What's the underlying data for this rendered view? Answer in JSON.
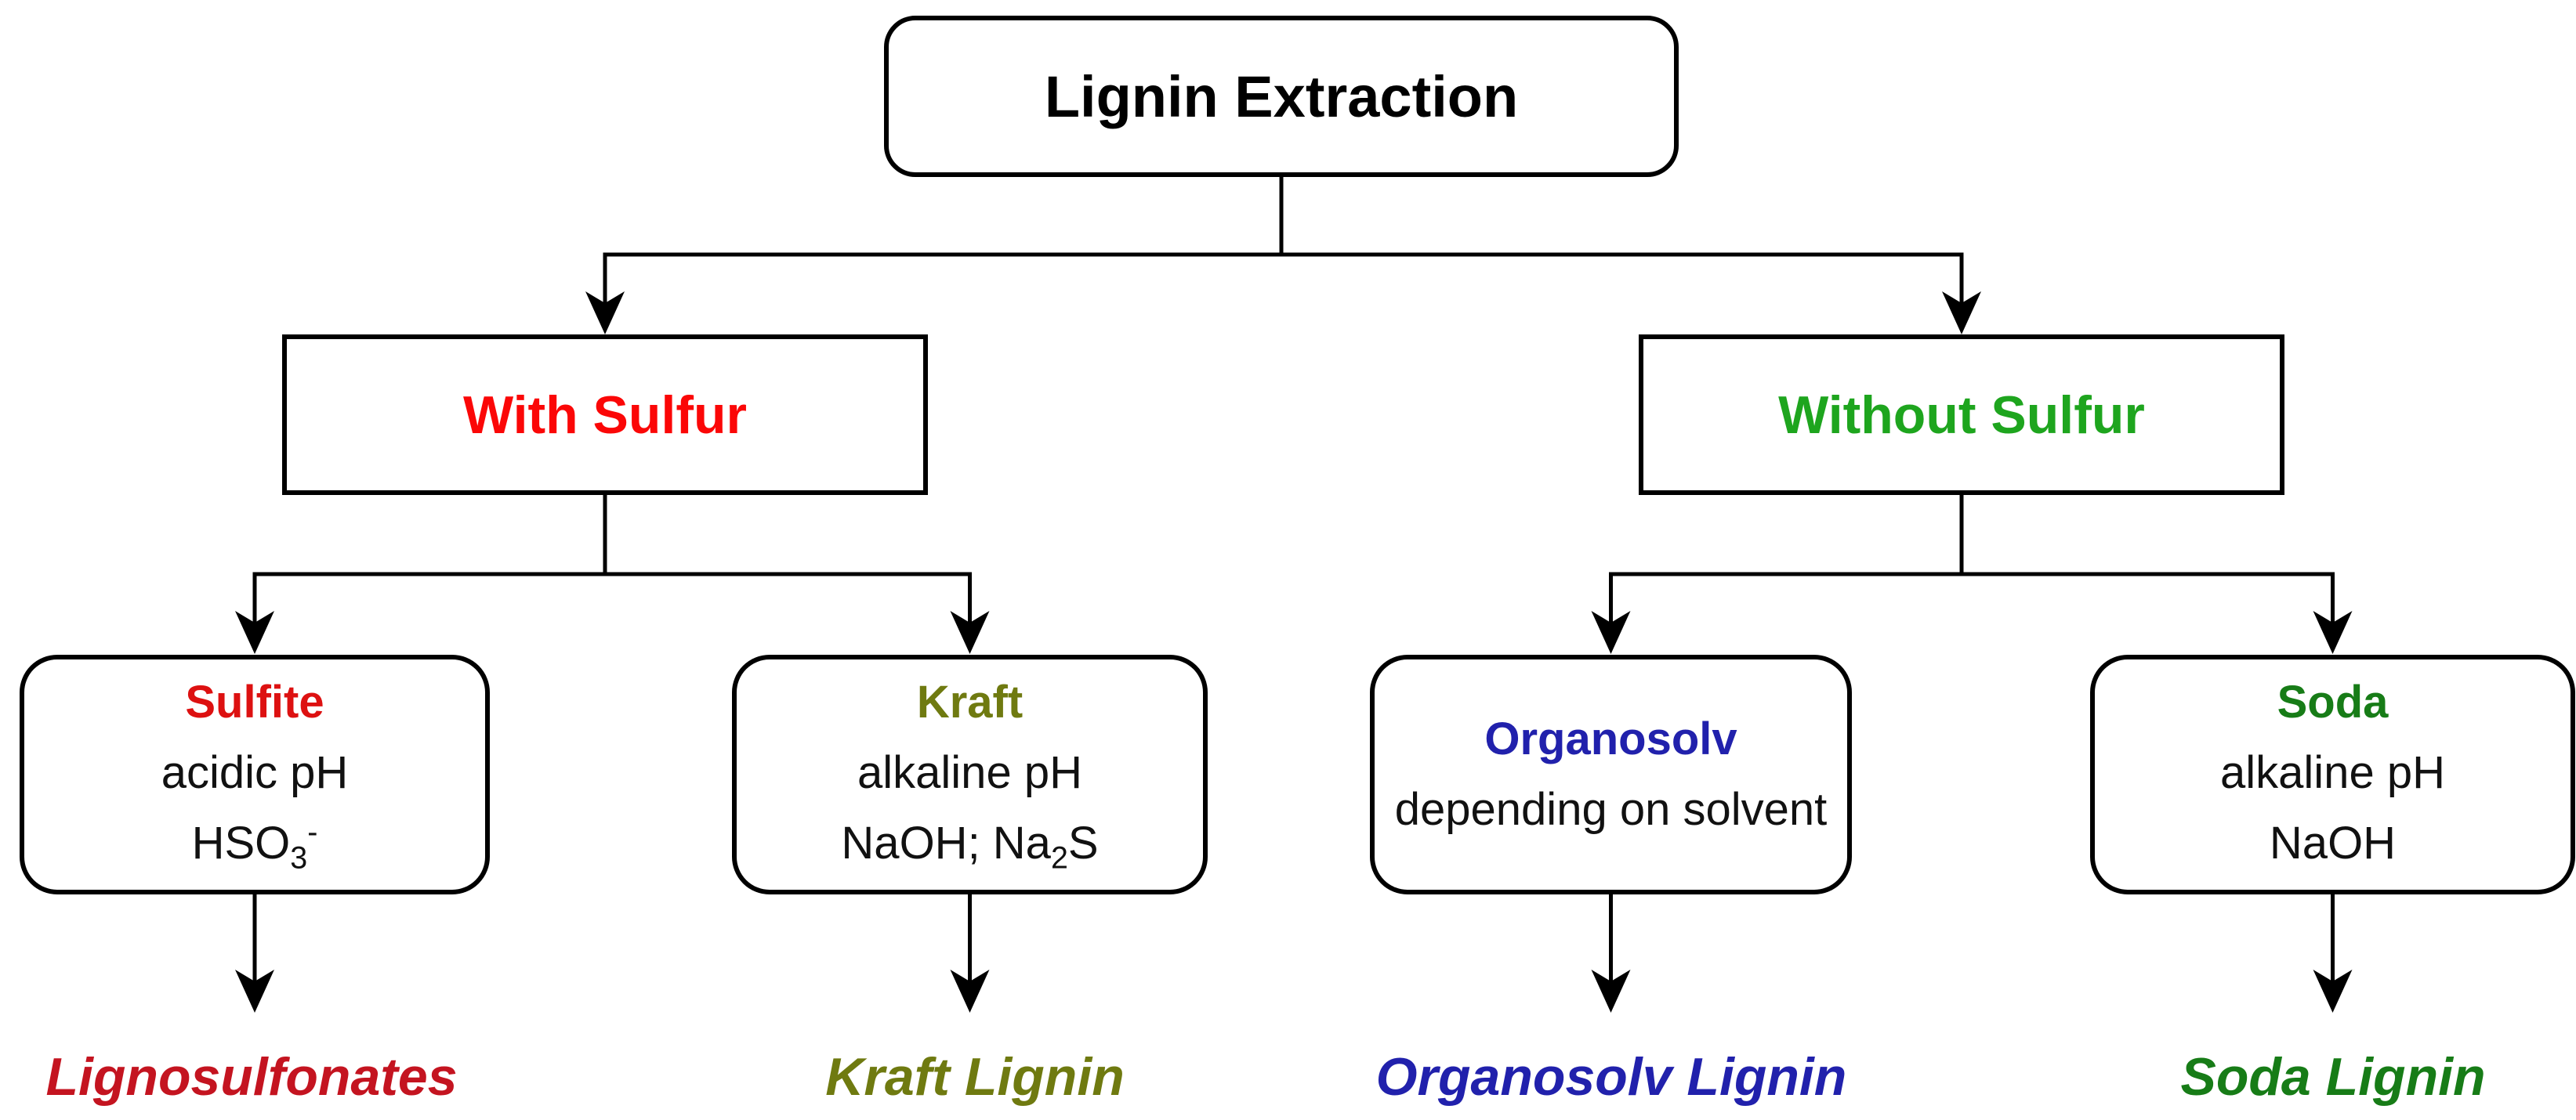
{
  "diagram": {
    "root": {
      "label": "Lignin Extraction",
      "color": "#000000"
    },
    "branches": {
      "with_sulfur": {
        "label": "With Sulfur",
        "color": "#fb0707"
      },
      "without_sulfur": {
        "label": "Without Sulfur",
        "color": "#1ea51e"
      }
    },
    "methods": {
      "sulfite": {
        "name": "Sulfite",
        "color": "#dd1111",
        "condition": "acidic pH",
        "f1": "HSO",
        "fsub": "3",
        "f2": "",
        "fsup": "-"
      },
      "kraft": {
        "name": "Kraft",
        "color": "#6f7a10",
        "condition": "alkaline pH",
        "f1": "NaOH; Na",
        "fsub": "2",
        "f2": "S",
        "fsup": ""
      },
      "organosolv": {
        "name": "Organosolv",
        "color": "#2121ac",
        "condition": "depending on solvent"
      },
      "soda": {
        "name": "Soda",
        "color": "#177c17",
        "condition": "alkaline pH",
        "f1": "NaOH",
        "fsub": "",
        "f2": "",
        "fsup": ""
      }
    },
    "products": {
      "lignosulfonates": {
        "label": "Lignosulfonates",
        "color": "#c41420"
      },
      "kraft_lignin": {
        "label": "Kraft Lignin",
        "color": "#6f7a10"
      },
      "organosolv_lignin": {
        "label": "Organosolv Lignin",
        "color": "#2121ac"
      },
      "soda_lignin": {
        "label": "Soda Lignin",
        "color": "#177c17"
      }
    }
  }
}
